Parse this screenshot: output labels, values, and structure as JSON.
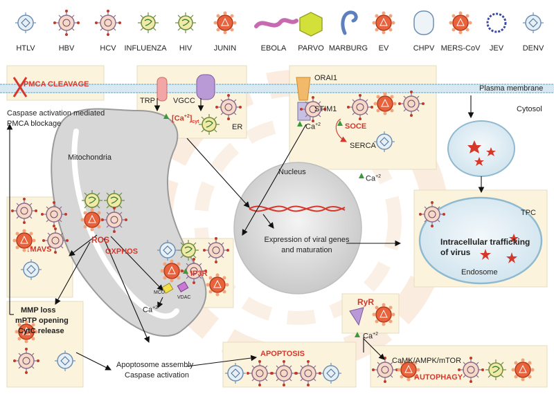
{
  "viruses": [
    {
      "label": "HTLV"
    },
    {
      "label": "HBV"
    },
    {
      "label": "HCV"
    },
    {
      "label": "INFLUENZA"
    },
    {
      "label": "HIV"
    },
    {
      "label": "JUNIN"
    },
    {
      "label": "EBOLA"
    },
    {
      "label": "PARVO"
    },
    {
      "label": "MARBURG"
    },
    {
      "label": "EV"
    },
    {
      "label": "CHPV"
    },
    {
      "label": "MERS-CoV"
    },
    {
      "label": "JEV"
    },
    {
      "label": "DENV"
    }
  ],
  "membrane": {
    "plasma": "Plasma membrane",
    "cytosol": "Cytosol"
  },
  "pmca": {
    "title": "PMCA CLEAVAGE",
    "caption1": "Caspase activation mediated",
    "caption2": "PMCA blockage"
  },
  "channels": {
    "trp": "TRP",
    "vgcc": "VGCC",
    "ca_cyt_base": "[Ca",
    "ca_cyt_sup": "+2",
    "ca_cyt_close": "]",
    "ca_cyt_sub": "cyt",
    "er": "ER"
  },
  "soce": {
    "orai": "ORAI1",
    "stim": "STIM1",
    "ca_base": "Ca",
    "ca_sup": "+2",
    "title": "SOCE",
    "serca": "SERCA",
    "ca2_base": "Ca",
    "ca2_sup": "+2"
  },
  "mito": {
    "title": "Mitochondria",
    "ros": "ROS",
    "mavs": "MAVS",
    "oxphos": "OXPHOS",
    "mmp1": "MMP loss",
    "mmp2": "mPTP opening",
    "mmp3": "CytC release",
    "mcu": "MCU",
    "vdac": "VDAC",
    "ca_base": "Ca",
    "ca_sup": "+2"
  },
  "nucleus": {
    "title": "Nucleus",
    "expr1": "Expression of viral genes",
    "expr2": "and maturation"
  },
  "ip3r": {
    "title": "IP3R"
  },
  "ryr": {
    "title": "RyR",
    "ca_base": "Ca",
    "ca_sup": "+2"
  },
  "endosome": {
    "tpc": "TPC",
    "title1": "Intracellular trafficking",
    "title2": "of virus",
    "name": "Endosome"
  },
  "apoptosome": {
    "line1": "Apoptosome assembly",
    "line2": "Caspase activation"
  },
  "apoptosis": {
    "title": "APOPTOSIS"
  },
  "autophagy": {
    "pathway": "CaMK/AMPK/mTOR",
    "title": "AUTOPHAGY"
  },
  "colors": {
    "panel": "#fbf3dc",
    "red": "#d6372b",
    "membrane": "#9fc6d8",
    "green": "#3a9a3a"
  }
}
